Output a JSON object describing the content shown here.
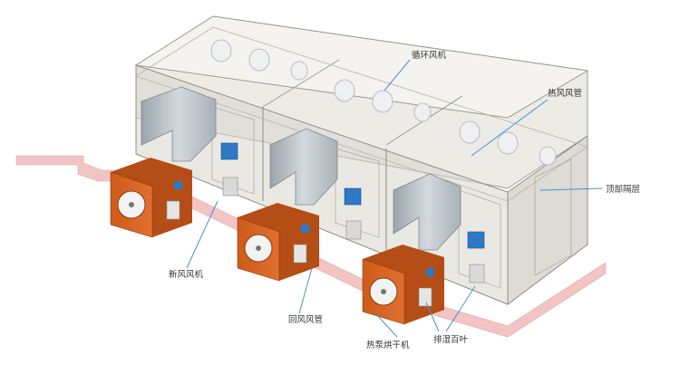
{
  "labels": {
    "circulation_fan": "循环风机",
    "hot_air_duct": "热风风管",
    "top_partition": "顶部隔层",
    "fresh_air_fan": "新风风机",
    "return_air_duct": "回风风管",
    "heat_pump_dryer": "热泵烘干机",
    "exhaust_louver": "排湿百叶"
  },
  "colors": {
    "unit_orange": "#d4601e",
    "unit_dark": "#9c4312",
    "duct_gray": "#b9c2c8",
    "room_fill": "#d8d5cc",
    "floor_strip": "#f2c4c4",
    "leader_line": "#4a8fd0",
    "fan_blue": "#2f78c4"
  },
  "room_count": 3
}
